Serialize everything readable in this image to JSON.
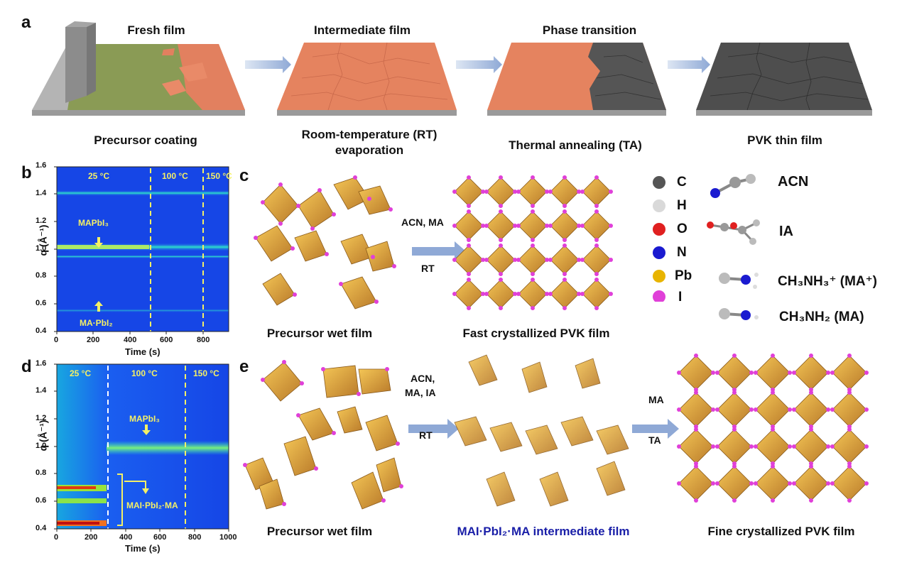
{
  "panel_a": {
    "letter": "a",
    "headers": [
      "Fresh film",
      "Intermediate film",
      "Phase transition"
    ],
    "captions": [
      "Precursor coating",
      "Room-temperature (RT)",
      "evaporation",
      "Thermal annealing (TA)",
      "PVK thin film"
    ]
  },
  "panel_b": {
    "letter": "b",
    "ylabel": "q (Å⁻¹)",
    "xlabel": "Time (s)",
    "yticks": [
      "1.6",
      "1.4",
      "1.2",
      "1.0",
      "0.8",
      "0.6",
      "0.4"
    ],
    "xticks": [
      "0",
      "200",
      "400",
      "600",
      "800"
    ],
    "temps": [
      "25 °C",
      "100 °C",
      "150 °C"
    ],
    "labels": [
      "MAPbI₃",
      "MA·PbI₂"
    ]
  },
  "panel_c": {
    "letter": "c",
    "arrow_top": "ACN, MA",
    "arrow_bottom": "RT",
    "left_caption": "Precursor wet film",
    "right_caption": "Fast crystallized PVK film",
    "legend": [
      "C",
      "H",
      "O",
      "N",
      "Pb",
      "I"
    ],
    "legend_colors": [
      "#555555",
      "#d9d9d9",
      "#e02020",
      "#1a1ad0",
      "#e8b400",
      "#e040d8"
    ],
    "molecules": [
      "ACN",
      "IA",
      "CH₃NH₃⁺ (MA⁺)",
      "CH₃NH₂ (MA)"
    ]
  },
  "panel_d": {
    "letter": "d",
    "ylabel": "q (Å⁻¹)",
    "xlabel": "Time (s)",
    "yticks": [
      "1.6",
      "1.4",
      "1.2",
      "1.0",
      "0.8",
      "0.6",
      "0.4"
    ],
    "xticks": [
      "0",
      "200",
      "400",
      "600",
      "800",
      "1000"
    ],
    "temps": [
      "25 °C",
      "100 °C",
      "150 °C"
    ],
    "labels": [
      "MAPbI₃",
      "MAI·PbI₂·MA"
    ]
  },
  "panel_e": {
    "letter": "e",
    "arrow1_top": [
      "ACN,",
      "MA, IA"
    ],
    "arrow1_bottom": "RT",
    "arrow2_top": "MA",
    "arrow2_bottom": "TA",
    "captions": [
      "Precursor wet film",
      "MAI·PbI₂·MA intermediate film",
      "Fine crystallized PVK film"
    ]
  }
}
